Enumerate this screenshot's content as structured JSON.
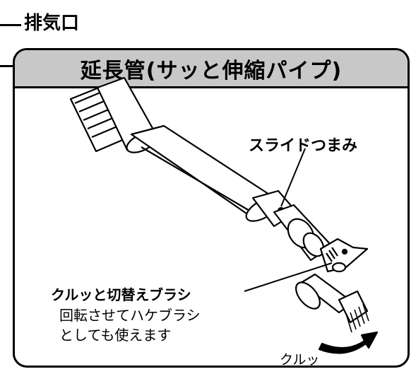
{
  "exhaust": {
    "label": "排気口"
  },
  "panel": {
    "title": "延長管(サッと伸縮パイプ)"
  },
  "callouts": {
    "slide_knob": "スライドつまみ",
    "brush_title": "クルッと切替えブラシ",
    "brush_desc_line1": "回転させてハケブラシ",
    "brush_desc_line2": "としても使えます",
    "rotate": "クルッ"
  },
  "colors": {
    "header_bg": "#c8c8c8",
    "line": "#000000",
    "fill": "#ffffff"
  }
}
